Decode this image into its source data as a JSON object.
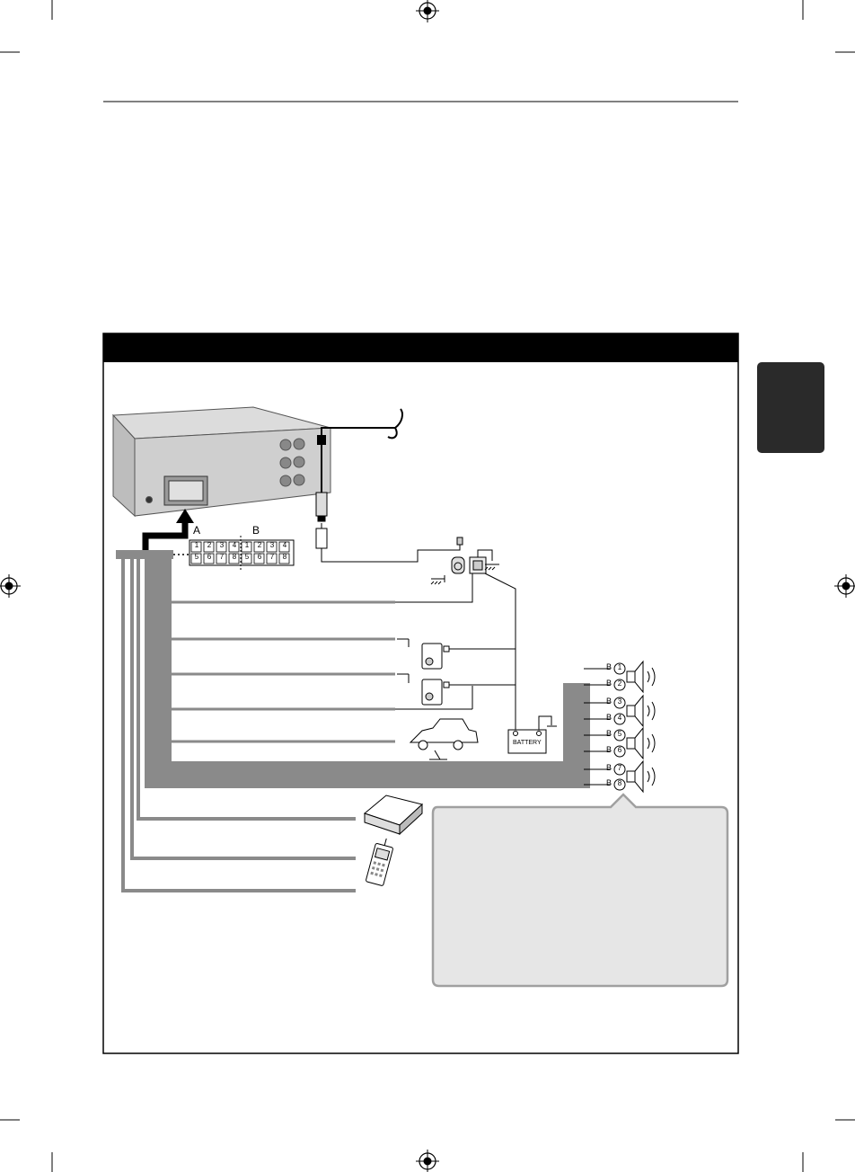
{
  "connector_labels": {
    "a": "A",
    "b": "B"
  },
  "connector_a_pins": {
    "top": [
      "1",
      "2",
      "3",
      "4"
    ],
    "bottom": [
      "5",
      "6",
      "7",
      "8"
    ]
  },
  "connector_b_pins": {
    "top": [
      "1",
      "2",
      "3",
      "4"
    ],
    "bottom": [
      "5",
      "6",
      "7",
      "8"
    ]
  },
  "speaker_terminals": [
    {
      "prefix": "B",
      "num": "1"
    },
    {
      "prefix": "B",
      "num": "2"
    },
    {
      "prefix": "B",
      "num": "3"
    },
    {
      "prefix": "B",
      "num": "4"
    },
    {
      "prefix": "B",
      "num": "5"
    },
    {
      "prefix": "B",
      "num": "6"
    },
    {
      "prefix": "B",
      "num": "7"
    },
    {
      "prefix": "B",
      "num": "8"
    }
  ],
  "battery": {
    "label": "BATTERY"
  },
  "icons": [
    "registration-mark-icon",
    "head-unit-icon",
    "antenna-plug-icon",
    "fuse-icon",
    "ignition-switch-icon",
    "relay-icon",
    "battery-icon",
    "car-icon",
    "speaker-icon",
    "external-device-icon",
    "mobile-phone-icon",
    "ground-icon"
  ],
  "colors": {
    "header_bar": "#000000",
    "side_tab": "#2a2a2a",
    "harness": "#8a8a8a",
    "note_box_fill": "#e6e6e6",
    "note_box_border": "#a0a0a0"
  }
}
